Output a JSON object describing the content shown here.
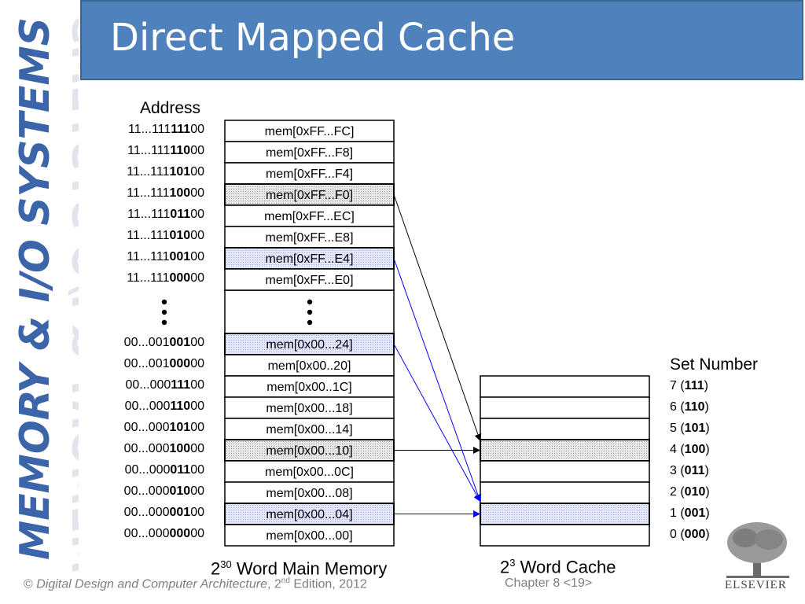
{
  "banner": {
    "text": "MEMORY & I/O SYSTEMS"
  },
  "slide_title": "Direct Mapped Cache",
  "address_header": "Address",
  "set_header": "Set Number",
  "main_memory_caption": {
    "base": "2",
    "exp": "30",
    "rest": " Word Main Memory"
  },
  "cache_caption": {
    "base": "2",
    "exp": "3",
    "rest": " Word Cache"
  },
  "memory_rows": [
    {
      "addr_pre": "11...111",
      "addr_bold": "111",
      "addr_post": "00",
      "cell": "mem[0xFF...FC]",
      "highlight": "none"
    },
    {
      "addr_pre": "11...111",
      "addr_bold": "110",
      "addr_post": "00",
      "cell": "mem[0xFF...F8]",
      "highlight": "none"
    },
    {
      "addr_pre": "11...111",
      "addr_bold": "101",
      "addr_post": "00",
      "cell": "mem[0xFF...F4]",
      "highlight": "none"
    },
    {
      "addr_pre": "11...111",
      "addr_bold": "100",
      "addr_post": "00",
      "cell": "mem[0xFF...F0]",
      "highlight": "gray"
    },
    {
      "addr_pre": "11...111",
      "addr_bold": "011",
      "addr_post": "00",
      "cell": "mem[0xFF...EC]",
      "highlight": "none"
    },
    {
      "addr_pre": "11...111",
      "addr_bold": "010",
      "addr_post": "00",
      "cell": "mem[0xFF...E8]",
      "highlight": "none"
    },
    {
      "addr_pre": "11...111",
      "addr_bold": "001",
      "addr_post": "00",
      "cell": "mem[0xFF...E4]",
      "highlight": "blue"
    },
    {
      "addr_pre": "11...111",
      "addr_bold": "000",
      "addr_post": "00",
      "cell": "mem[0xFF...E0]",
      "highlight": "none"
    },
    {
      "addr_pre": "00...001",
      "addr_bold": "001",
      "addr_post": "00",
      "cell": "mem[0x00...24]",
      "highlight": "blue"
    },
    {
      "addr_pre": "00...001",
      "addr_bold": "000",
      "addr_post": "00",
      "cell": "mem[0x00..20]",
      "highlight": "none"
    },
    {
      "addr_pre": "00...000",
      "addr_bold": "111",
      "addr_post": "00",
      "cell": "mem[0x00..1C]",
      "highlight": "none"
    },
    {
      "addr_pre": "00...000",
      "addr_bold": "110",
      "addr_post": "00",
      "cell": "mem[0x00...18]",
      "highlight": "none"
    },
    {
      "addr_pre": "00...000",
      "addr_bold": "101",
      "addr_post": "00",
      "cell": "mem[0x00...14]",
      "highlight": "none"
    },
    {
      "addr_pre": "00...000",
      "addr_bold": "100",
      "addr_post": "00",
      "cell": "mem[0x00...10]",
      "highlight": "gray"
    },
    {
      "addr_pre": "00...000",
      "addr_bold": "011",
      "addr_post": "00",
      "cell": "mem[0x00...0C]",
      "highlight": "none"
    },
    {
      "addr_pre": "00...000",
      "addr_bold": "010",
      "addr_post": "00",
      "cell": "mem[0x00...08]",
      "highlight": "none"
    },
    {
      "addr_pre": "00...000",
      "addr_bold": "001",
      "addr_post": "00",
      "cell": "mem[0x00...04]",
      "highlight": "blue"
    },
    {
      "addr_pre": "00...000",
      "addr_bold": "000",
      "addr_post": "00",
      "cell": "mem[0x00...00]",
      "highlight": "none"
    }
  ],
  "cache_sets": [
    {
      "num": "7",
      "bits": "111",
      "highlight": "none"
    },
    {
      "num": "6",
      "bits": "110",
      "highlight": "none"
    },
    {
      "num": "5",
      "bits": "101",
      "highlight": "none"
    },
    {
      "num": "4",
      "bits": "100",
      "highlight": "gray"
    },
    {
      "num": "3",
      "bits": "011",
      "highlight": "none"
    },
    {
      "num": "2",
      "bits": "010",
      "highlight": "none"
    },
    {
      "num": "1",
      "bits": "001",
      "highlight": "blue"
    },
    {
      "num": "0",
      "bits": "000",
      "highlight": "none"
    }
  ],
  "mappings": [
    {
      "from_row": 3,
      "to_set": "4",
      "color": "#000000"
    },
    {
      "from_row": 13,
      "to_set": "4",
      "color": "#000000"
    },
    {
      "from_row": 6,
      "to_set": "1",
      "color": "#0000ff"
    },
    {
      "from_row": 8,
      "to_set": "1",
      "color": "#0000ff"
    },
    {
      "from_row": 16,
      "to_set": "1",
      "color": "#0000ff"
    }
  ],
  "colors": {
    "title_bar": "#4f81bd",
    "banner_text": "#3c64a8",
    "gray_fill": "#d9d9d9",
    "blue_fill": "#d6dcf5",
    "footer_text": "#7f7f7f"
  },
  "footer": {
    "copyright": "© ",
    "book": "Digital Design and Computer Architecture",
    "edition_pre": ", 2",
    "edition_sup": "nd",
    "edition_post": " Edition, 2012",
    "chapter": "Chapter 8 <19>"
  },
  "logo": {
    "text": "ELSEVIER"
  }
}
